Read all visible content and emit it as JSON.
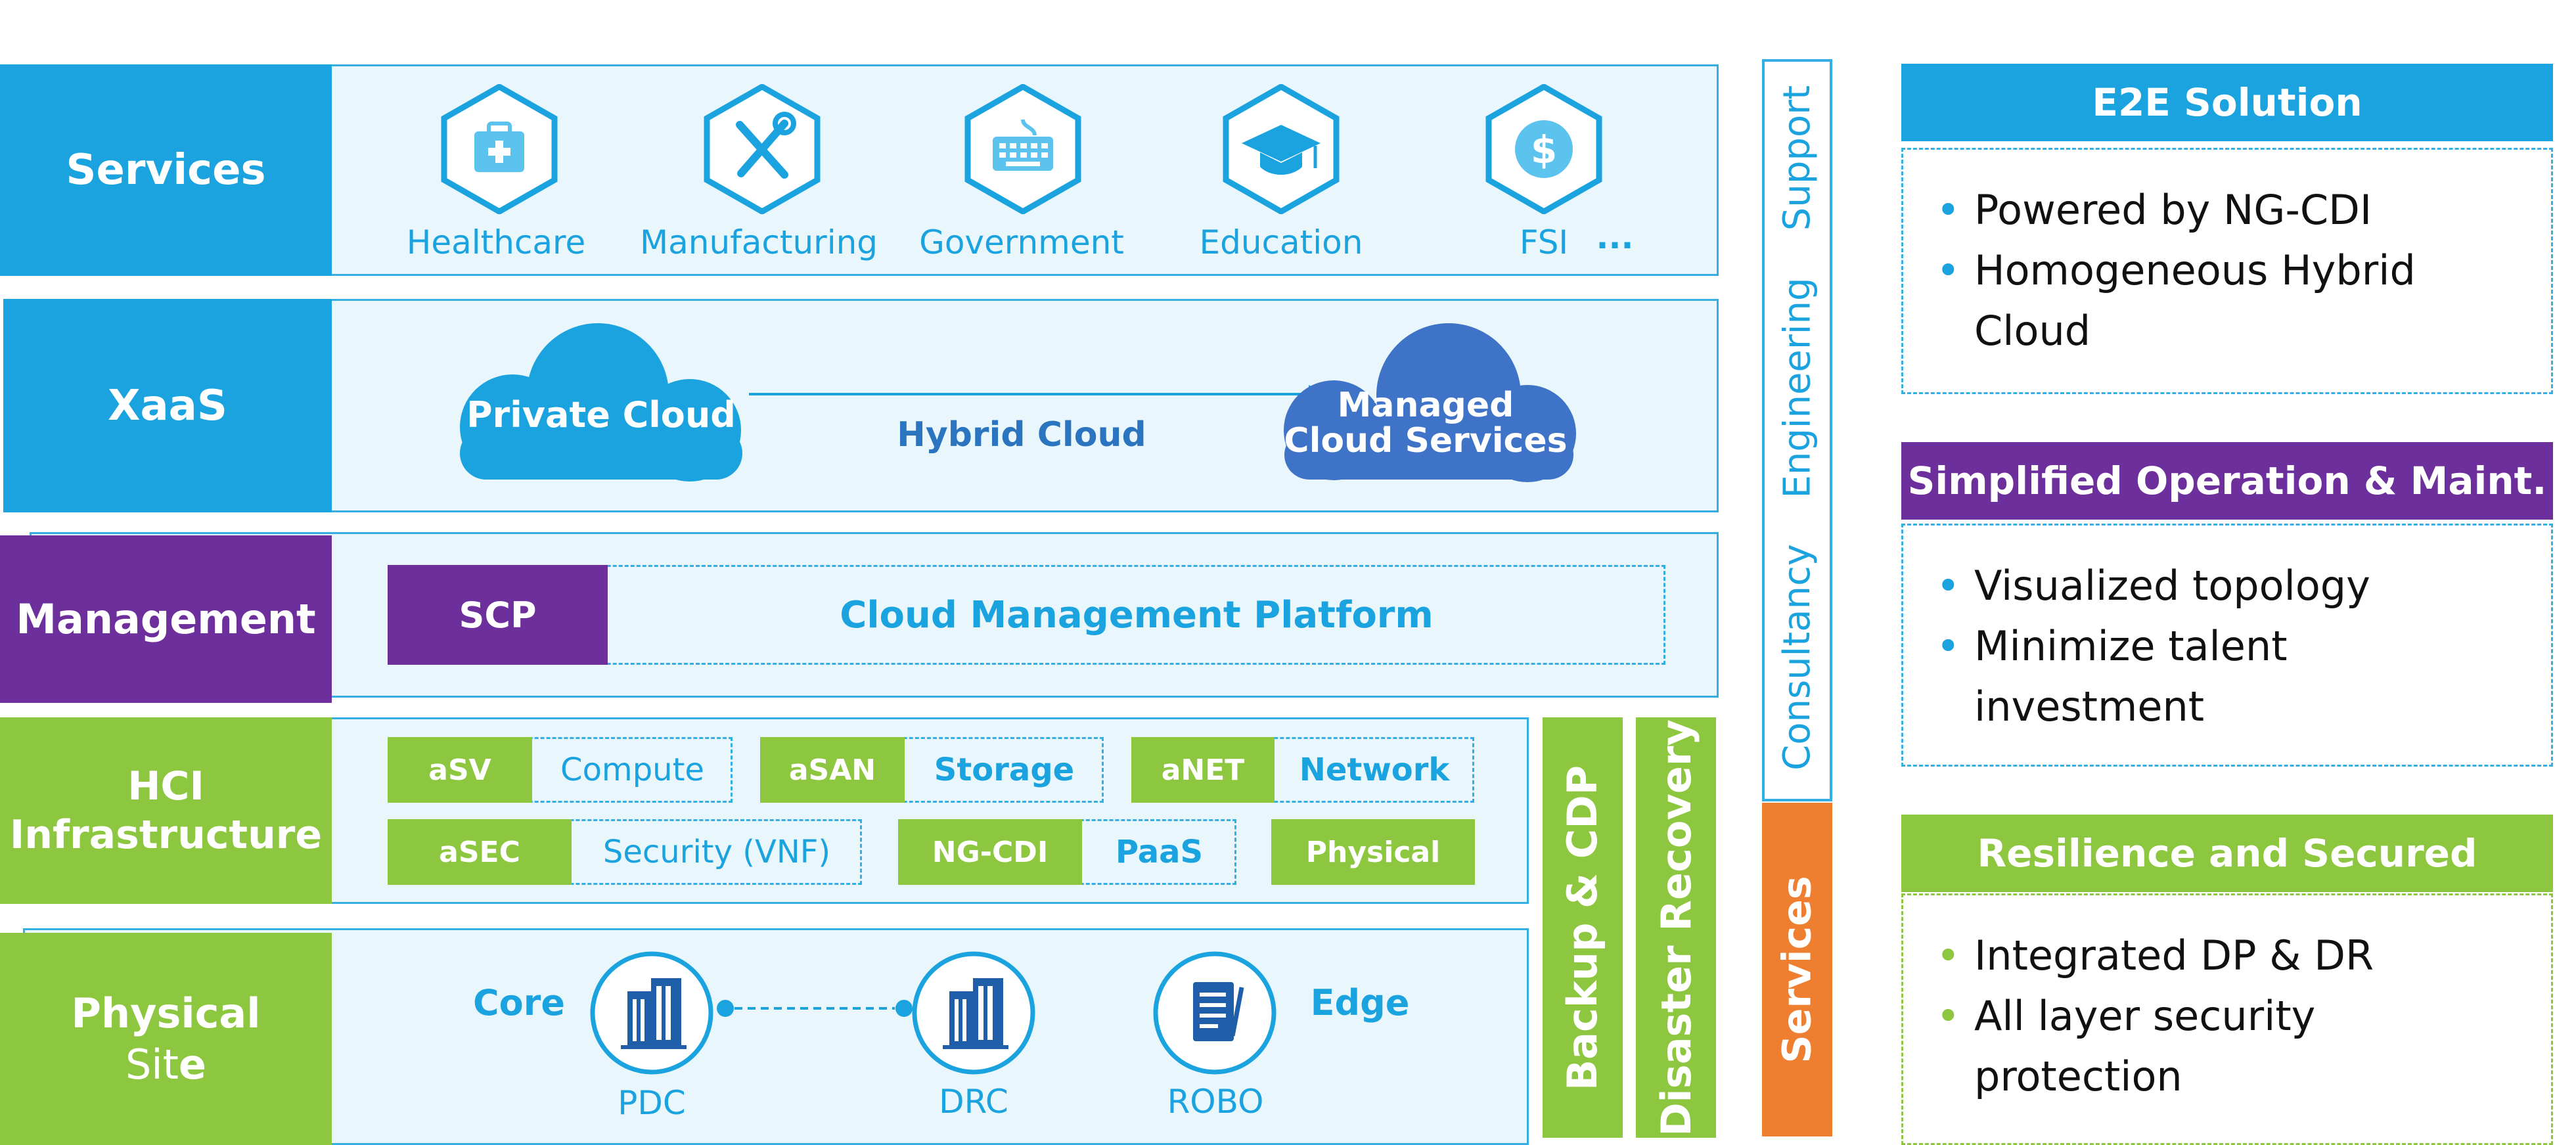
{
  "rows": {
    "services": {
      "label": "Services",
      "items": [
        {
          "label": "Healthcare",
          "icon": "medical-kit-icon"
        },
        {
          "label": "Manufacturing",
          "icon": "tools-icon"
        },
        {
          "label": "Government",
          "icon": "keyboard-icon"
        },
        {
          "label": "Education",
          "icon": "graduation-cap-icon"
        },
        {
          "label": "FSI",
          "icon": "dollar-icon"
        }
      ],
      "more": "..."
    },
    "xaas": {
      "label": "XaaS",
      "private_cloud": "Private Cloud",
      "hybrid_cloud": "Hybrid Cloud",
      "managed_line1": "Managed",
      "managed_line2": "Cloud Services"
    },
    "management": {
      "label": "Management",
      "scp": "SCP",
      "platform": "Cloud Management Platform"
    },
    "hci": {
      "label_line1": "HCI",
      "label_line2": "Infrastructure",
      "asv": "aSV",
      "compute": "Compute",
      "asan": "aSAN",
      "storage": "Storage",
      "anet": "aNET",
      "network": "Network",
      "asec": "aSEC",
      "security": "Security (VNF)",
      "ngcdi": "NG-CDI",
      "paas": "PaaS",
      "physical": "Physical"
    },
    "physical_site": {
      "label_line1": "Physical",
      "label_line2a": "Sit",
      "label_line2b": "e",
      "core": "Core",
      "edge": "Edge",
      "pdc": "PDC",
      "drc": "DRC",
      "robo": "ROBO"
    }
  },
  "vertical_bars": {
    "backup": "Backup & CDP",
    "disaster": "Disaster Recovery"
  },
  "side_column": {
    "support": "Support",
    "engineering": "Engineering",
    "consultancy": "Consultancy",
    "services": "Services"
  },
  "right_panels": [
    {
      "title": "E2E Solution",
      "color": "#1ba3e0",
      "bullet_color": "#1ba3e0",
      "items": [
        "Powered by NG-CDI",
        "Homogeneous Hybrid Cloud"
      ]
    },
    {
      "title": "Simplified Operation & Maint.",
      "color": "#6c2f9b",
      "bullet_color": "#1ba3e0",
      "items": [
        "Visualized topology",
        "Minimize talent investment"
      ]
    },
    {
      "title": "Resilience and Secured",
      "color": "#8dc63f",
      "bullet_color": "#8dc63f",
      "items": [
        "Integrated DP & DR",
        "All layer security protection"
      ]
    }
  ],
  "colors": {
    "blue": "#1ba3e0",
    "purple": "#6c2f9b",
    "green": "#8dc63f",
    "orange": "#ef7f30",
    "panel": "#e9f6fb"
  }
}
